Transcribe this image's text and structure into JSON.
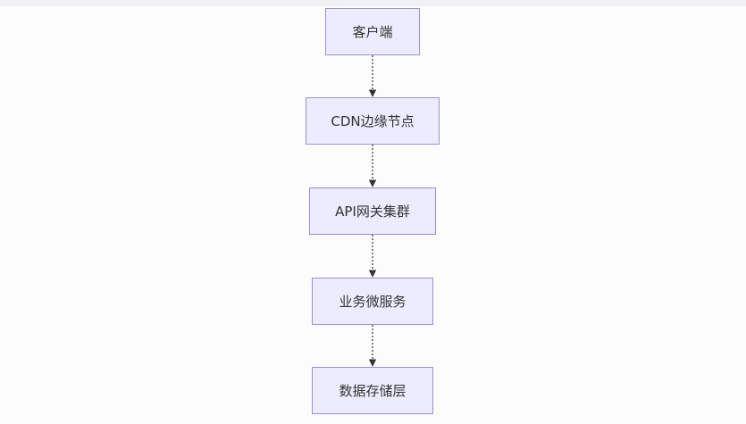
{
  "diagram": {
    "nodes": [
      {
        "id": "n1",
        "label": "客户端"
      },
      {
        "id": "n2",
        "label": "CDN边缘节点"
      },
      {
        "id": "n3",
        "label": "API网关集群"
      },
      {
        "id": "n4",
        "label": "业务微服务"
      },
      {
        "id": "n5",
        "label": "数据存储层"
      }
    ],
    "edges": [
      {
        "from": "n1",
        "to": "n2"
      },
      {
        "from": "n2",
        "to": "n3"
      },
      {
        "from": "n3",
        "to": "n4"
      },
      {
        "from": "n4",
        "to": "n5"
      }
    ],
    "colors": {
      "node_fill": "#ececfe",
      "node_border": "#9b8fd6",
      "edge": "#333333",
      "text": "#333333"
    }
  }
}
